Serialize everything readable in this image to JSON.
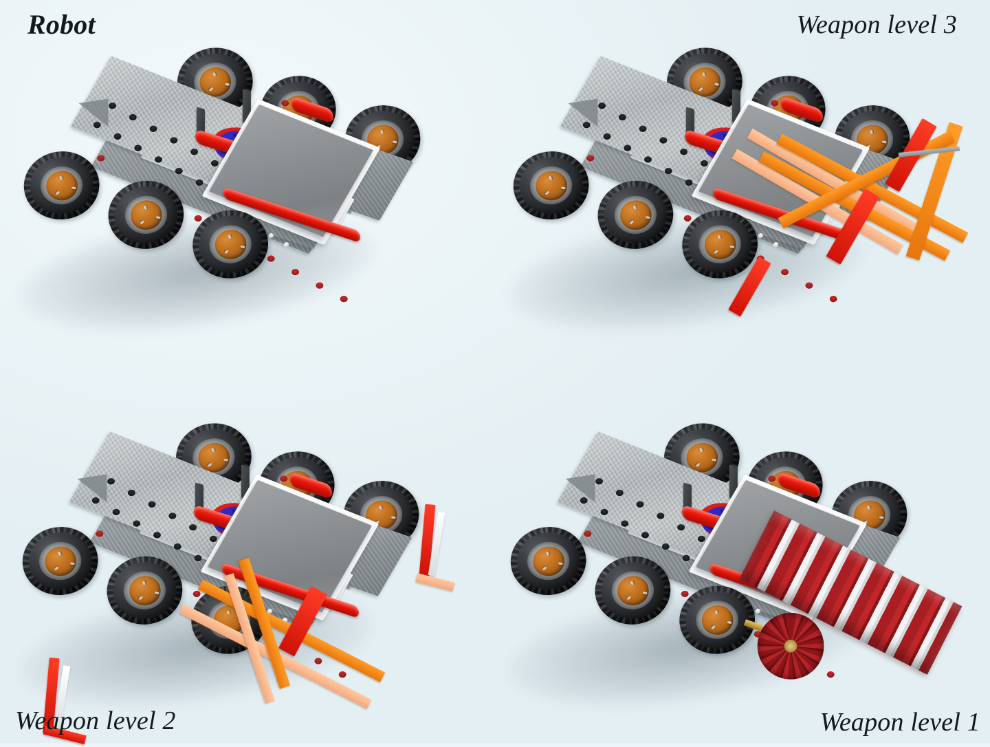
{
  "page": {
    "title": "Robot weapon levels",
    "background_color": "#eaf3f6",
    "layout": "2x2 grid of 3D rendered robot variants",
    "render_style": "isometric CAD render on pale blue-white studio background"
  },
  "labels": {
    "top_left": "Robot",
    "top_right": "Weapon level 3",
    "bottom_left": "Weapon level 2",
    "bottom_right": "Weapon level 1"
  },
  "palette": {
    "background": "#eaf3f6",
    "steel": "#b9bfc2",
    "steel_dark": "#8a9094",
    "tire_black": "#232528",
    "hub_orange": "#c0701f",
    "bumper_red": "#e21408",
    "panel_gray": "#8d9193",
    "weapon_orange": "#f08812",
    "weapon_peach": "#ffc29a",
    "weapon_red": "#e01b0c",
    "drum_red": "#a81e22",
    "drum_white": "#f2f4f5",
    "decal_blue": "#3228c4",
    "decal_red": "#d61f1f",
    "decal_eye": "#f2d33c",
    "brass": "#b8902a"
  },
  "panels": [
    {
      "id": "robot-base",
      "name": "Robot",
      "label": "Robot",
      "label_position": "top-left",
      "weapon": "none",
      "weapon_description": "Bare 6-wheel chassis, no weapon attachment",
      "wheel_count": 6
    },
    {
      "id": "weapon-3",
      "name": "Weapon level 3",
      "label": "Weapon level 3",
      "label_position": "top-right",
      "weapon": "extended-fork-plow",
      "weapon_description": "Long orange and peach fork arms with red angled plow blades extending forward",
      "wheel_count": 6
    },
    {
      "id": "weapon-2",
      "name": "Weapon level 2",
      "label": "Weapon level 2",
      "label_position": "bottom-left",
      "weapon": "lifter-fork",
      "weapon_description": "Orange and peach cross bars with upright red blade tips and white struts",
      "wheel_count": 6
    },
    {
      "id": "weapon-1",
      "name": "Weapon level 1",
      "label": "Weapon level 1",
      "label_position": "bottom-right",
      "weapon": "spinning-drum",
      "weapon_description": "Red and white striped spinning drum with pleated dark red end cap on brass linkage",
      "wheel_count": 6
    }
  ],
  "robot_parts": {
    "chassis_plate": "perforated galvanized steel top plate with arrow notch",
    "holes": "row of dark through-holes plus red-filled marker holes",
    "bumper": "red cylindrical bumper rail",
    "top_panel": "gray rectangular panel in white frame",
    "decal": "blue cartoon creature head with yellow eye over red oval",
    "posts": "two dark vertical posts",
    "wheels": "six black chunky treaded tires with orange hubs and gray rims"
  }
}
